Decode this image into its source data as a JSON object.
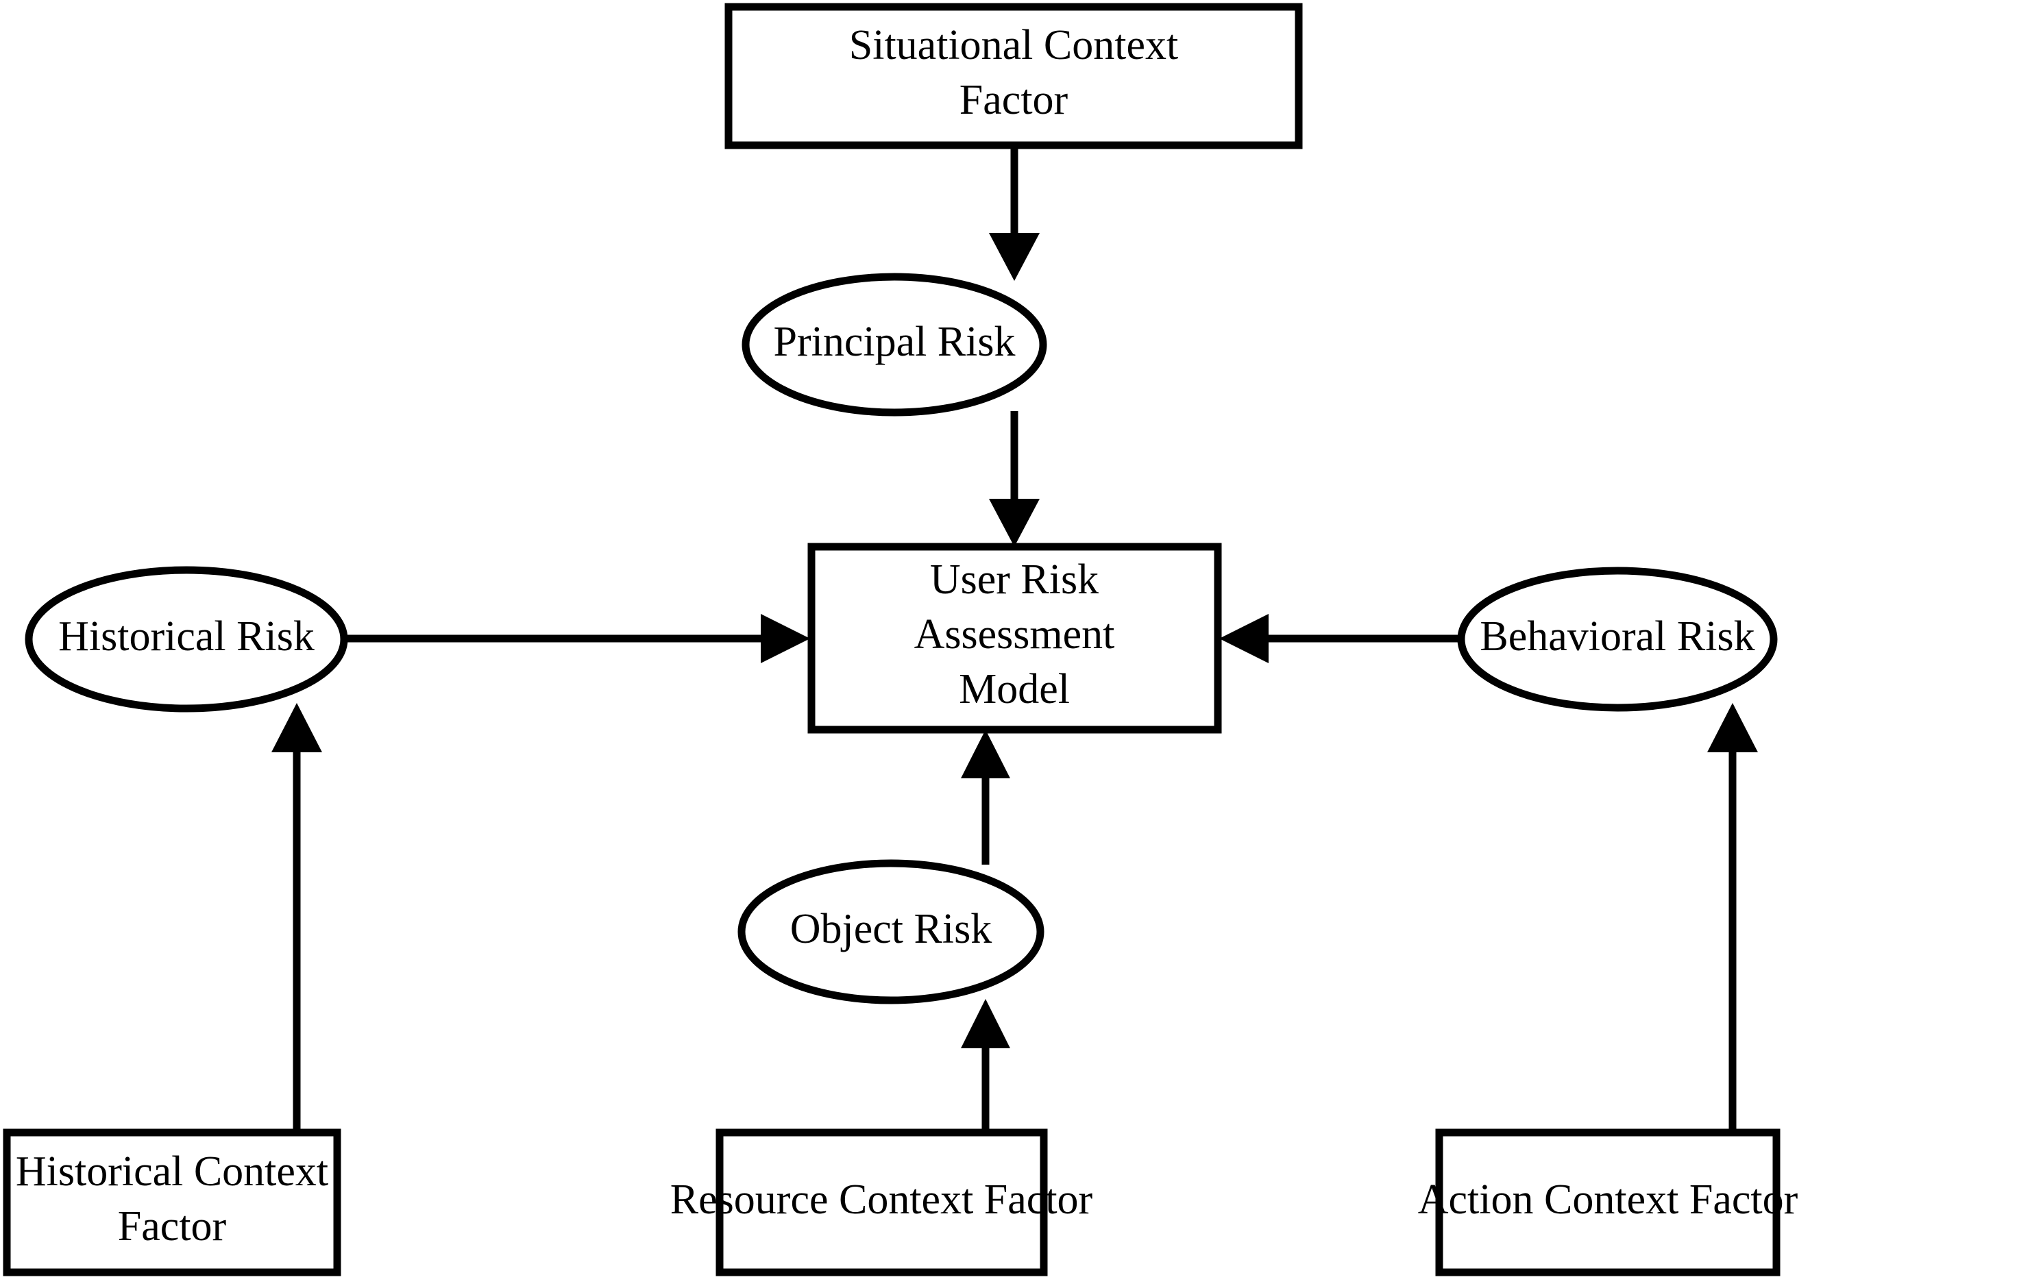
{
  "diagram": {
    "title": "User Risk Assessment Model context factor diagram",
    "type": "flow-diagram",
    "background_color": "#ffffff",
    "stroke_color": "#000000",
    "text_color": "#000000",
    "nodes": {
      "situational_context_factor": {
        "shape": "rectangle",
        "line1": "Situational Context",
        "line2": "Factor"
      },
      "principal_risk": {
        "shape": "ellipse",
        "label": "Principal Risk"
      },
      "user_risk_assessment_model": {
        "shape": "rectangle",
        "line1": "User Risk",
        "line2": "Assessment",
        "line3": "Model"
      },
      "historical_risk": {
        "shape": "ellipse",
        "label": "Historical Risk"
      },
      "behavioral_risk": {
        "shape": "ellipse",
        "label": "Behavioral Risk"
      },
      "object_risk": {
        "shape": "ellipse",
        "label": "Object Risk"
      },
      "historical_context_factor": {
        "shape": "rectangle",
        "line1": "Historical Context",
        "line2": "Factor"
      },
      "resource_context_factor": {
        "shape": "rectangle",
        "label": "Resource Context Factor"
      },
      "action_context_factor": {
        "shape": "rectangle",
        "label": "Action Context Factor"
      }
    },
    "edges": [
      {
        "from": "situational_context_factor",
        "to": "principal_risk",
        "direction": "down"
      },
      {
        "from": "principal_risk",
        "to": "user_risk_assessment_model",
        "direction": "down"
      },
      {
        "from": "historical_risk",
        "to": "user_risk_assessment_model",
        "direction": "right"
      },
      {
        "from": "behavioral_risk",
        "to": "user_risk_assessment_model",
        "direction": "left"
      },
      {
        "from": "object_risk",
        "to": "user_risk_assessment_model",
        "direction": "up"
      },
      {
        "from": "historical_context_factor",
        "to": "historical_risk",
        "direction": "up"
      },
      {
        "from": "resource_context_factor",
        "to": "object_risk",
        "direction": "up"
      },
      {
        "from": "action_context_factor",
        "to": "behavioral_risk",
        "direction": "up"
      }
    ]
  }
}
